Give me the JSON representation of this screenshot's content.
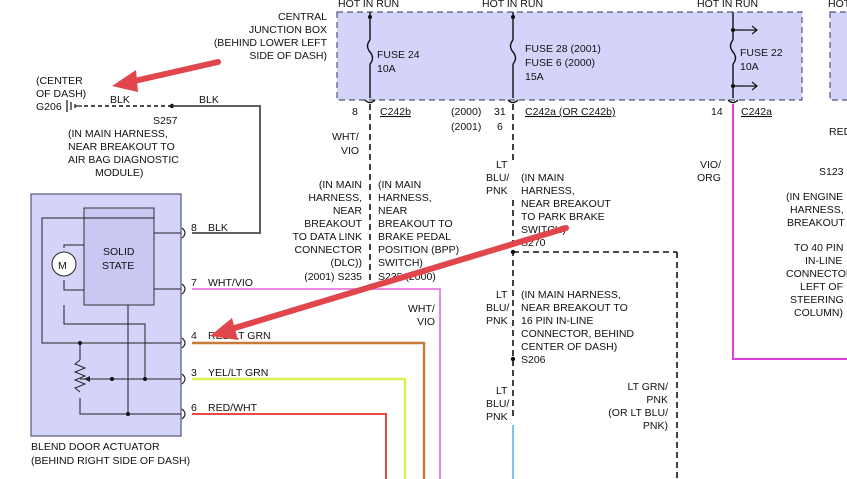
{
  "colors": {
    "box_fill": "#d4d4fb",
    "box_stroke": "#555577",
    "arrow": "#e0464b",
    "wire_blk": "#4a4a4a",
    "wire_wht_vio": "#e87adf",
    "wire_red_ltgrn": "#c87a3a",
    "wire_yel_ltgrn": "#d6f24d",
    "wire_red_wht": "#e84a4a",
    "wire_ltblu_pnk": "#7cc8e8",
    "wire_vio_org": "#e040d8"
  },
  "top_labels": {
    "hot_run_1": "HOT IN RUN",
    "hot_run_2": "HOT IN RUN",
    "hot_run_3": "HOT IN RUN",
    "hot_right": "HOT"
  },
  "junction_box": {
    "line1": "CENTRAL",
    "line2": "JUNCTION BOX",
    "line3": "(BEHIND LOWER LEFT",
    "line4": "SIDE OF DASH)"
  },
  "fuses": {
    "f24_name": "FUSE 24",
    "f24_amp": "10A",
    "f28_name": "FUSE 28 (2001)",
    "f28_alt": "FUSE 6 (2000)",
    "f28_amp": "15A",
    "f22_name": "FUSE 22",
    "f22_amp": "10A"
  },
  "pins": {
    "p8": "8",
    "p31": "31",
    "p6": "6",
    "p14": "14",
    "year2000": "(2000)",
    "year2001": "(2001)"
  },
  "connectors": {
    "c1": "C242b",
    "c2": "C242a (OR C242b)",
    "c3": "C242a"
  },
  "ground": {
    "line1": "(CENTER",
    "line2": "OF DASH)",
    "id": "G206",
    "wire_left": "BLK",
    "wire_right": "BLK"
  },
  "s257": {
    "id": "S257",
    "line1": "(IN MAIN HARNESS,",
    "line2": "NEAR BREAKOUT TO",
    "line3": "AIR BAG DIAGNOSTIC",
    "line4": "MODULE)"
  },
  "wht_vio_top": {
    "l1": "WHT/",
    "l2": "VIO"
  },
  "s235": {
    "l1": "(IN MAIN",
    "l2": "HARNESS,",
    "l3": "NEAR",
    "l4": "BREAKOUT",
    "l5": "TO DATA LINK",
    "l6": "CONNECTOR",
    "l7": "(DLC))",
    "l8": "(2001) S235"
  },
  "bpp": {
    "l1": "(IN MAIN",
    "l2": "HARNESS,",
    "l3": "NEAR",
    "l4": "BREAKOUT TO",
    "l5": "BRAKE PEDAL",
    "l6": "POSITION (BPP)",
    "l7": "SWITCH)",
    "l8": "S235 (2000)"
  },
  "lt_blu_pnk_1": {
    "l1": "LT",
    "l2": "BLU/",
    "l3": "PNK"
  },
  "s270": {
    "l1": "(IN MAIN",
    "l2": "HARNESS,",
    "l3": "NEAR BREAKOUT",
    "l4": "TO PARK BRAKE",
    "l5": "SWITCH)",
    "l6": "S270"
  },
  "lt_blu_pnk_2": {
    "l1": "LT",
    "l2": "BLU/",
    "l3": "PNK"
  },
  "s206": {
    "l1": "(IN MAIN HARNESS,",
    "l2": "NEAR BREAKOUT TO",
    "l3": "16 PIN IN-LINE",
    "l4": "CONNECTOR, BEHIND",
    "l5": "CENTER OF DASH)",
    "l6": "S206"
  },
  "lt_blu_pnk_3": {
    "l1": "LT",
    "l2": "BLU/",
    "l3": "PNK"
  },
  "lt_grn_pnk": {
    "l1": "LT GRN/",
    "l2": "PNK",
    "l3": "(OR LT BLU/",
    "l4": "PNK)"
  },
  "wht_vio_mid": {
    "l1": "WHT/",
    "l2": "VIO"
  },
  "vio_org": {
    "l1": "VIO/",
    "l2": "ORG"
  },
  "right_side": {
    "red": "RED",
    "s123": "S123",
    "l1": "(IN ENGINE",
    "l2": "HARNESS,",
    "l3": "BREAKOUT",
    "l4": "TO 40 PIN",
    "l5": "IN-LINE",
    "l6": "CONNECTOR,",
    "l7": "LEFT OF",
    "l8": "STEERING",
    "l9": "COLUMN)"
  },
  "actuator": {
    "solid_state_1": "SOLID",
    "solid_state_2": "STATE",
    "motor": "M",
    "caption1": "BLEND DOOR ACTUATOR",
    "caption2": "(BEHIND RIGHT SIDE OF DASH)",
    "pins": [
      {
        "num": "8",
        "wire": "BLK"
      },
      {
        "num": "7",
        "wire": "WHT/VIO"
      },
      {
        "num": "4",
        "wire": "RED/LT GRN"
      },
      {
        "num": "3",
        "wire": "YEL/LT GRN"
      },
      {
        "num": "6",
        "wire": "RED/WHT"
      }
    ]
  }
}
